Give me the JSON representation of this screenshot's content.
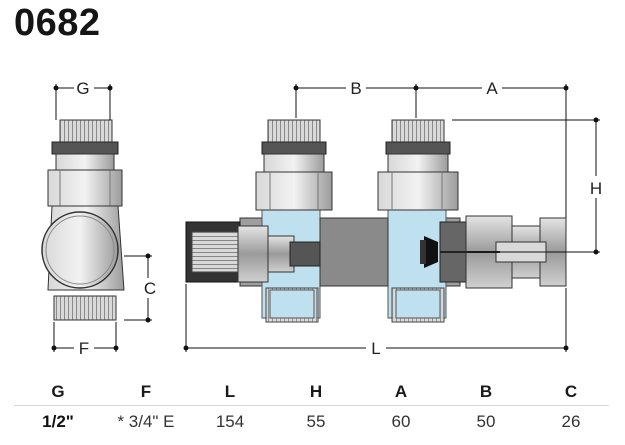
{
  "title": "0682",
  "dimensions": {
    "G": "G",
    "C": "C",
    "F": "F",
    "B": "B",
    "A": "A",
    "H": "H",
    "L": "L"
  },
  "spec_table": {
    "headers": [
      "G",
      "F",
      "L",
      "H",
      "A",
      "B",
      "C"
    ],
    "values": [
      "1/2\"",
      "* 3/4\" E",
      "154",
      "55",
      "60",
      "50",
      "26"
    ]
  },
  "colors": {
    "metal": "#b9b9b9",
    "metal_dark": "#6e6e6e",
    "water": "#bfe0ee",
    "line": "#111111"
  }
}
